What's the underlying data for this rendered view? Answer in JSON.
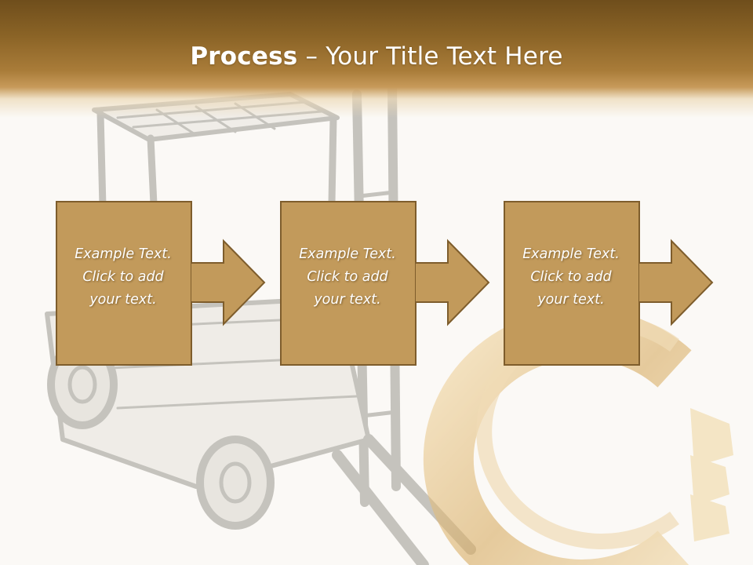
{
  "slide": {
    "title_bold": "Process",
    "title_rest": " – Your Title Text Here",
    "steps": [
      {
        "line1": "Example Text.",
        "line2": "Click  to add",
        "line3": "your text."
      },
      {
        "line1": "Example Text.",
        "line2": "Click  to add",
        "line3": "your text."
      },
      {
        "line1": "Example Text.",
        "line2": "Click  to add",
        "line3": "your text."
      }
    ]
  },
  "colors": {
    "header_dark": "#6f4e1c",
    "header_light": "#c79a5a",
    "box_fill": "#c29a5b",
    "box_border": "#7e5d2c",
    "background": "#fbf9f6"
  },
  "icons": [
    "forklift-illustration",
    "euro-sign-illustration",
    "arrow-right-icon"
  ]
}
